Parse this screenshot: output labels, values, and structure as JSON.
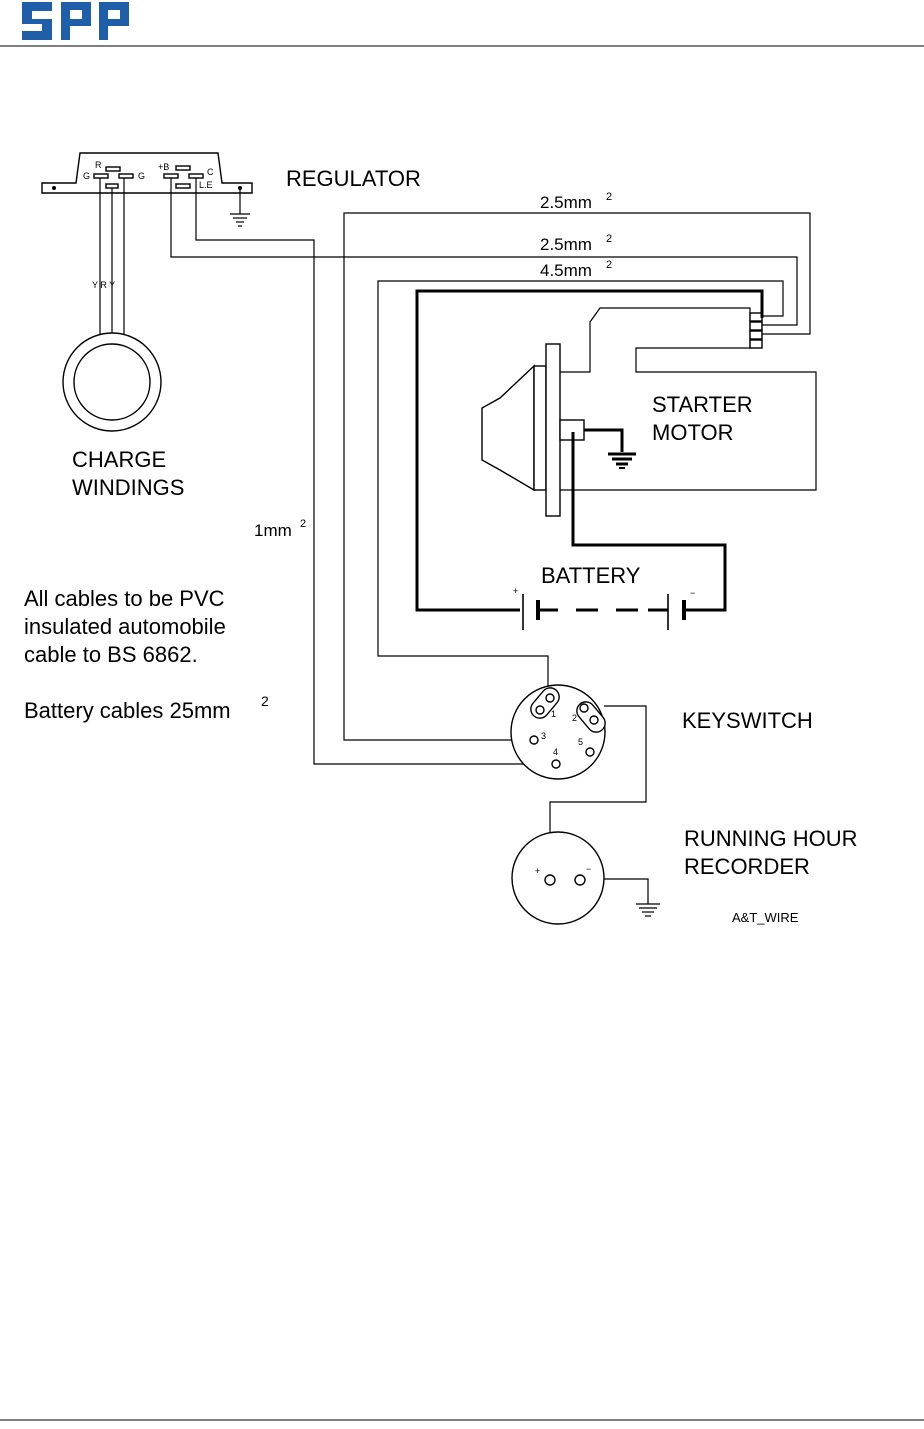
{
  "header": {
    "logo_text": "spp",
    "brand_color": "#1f5ea8"
  },
  "diagram": {
    "components": {
      "regulator": "REGULATOR",
      "charge_windings_1": "CHARGE",
      "charge_windings_2": "WINDINGS",
      "starter_motor_1": "STARTER",
      "starter_motor_2": "MOTOR",
      "battery": "BATTERY",
      "keyswitch": "KEYSWITCH",
      "recorder_1": "RUNNING HOUR",
      "recorder_2": "RECORDER"
    },
    "regulator_terminals": {
      "g_left": "G",
      "r": "R",
      "g_right": "G",
      "b": "+B",
      "c": "C",
      "le": "L.E"
    },
    "charge_wire_labels": "Y R Y",
    "cable_sizes": {
      "cable_1": "2.5mm",
      "cable_2": "2.5mm",
      "cable_3": "4.5mm",
      "cable_4": "1mm",
      "exponent": "2"
    },
    "battery_terminals": {
      "plus": "+",
      "minus": "−"
    },
    "keyswitch_terminals": {
      "t1": "1",
      "t2": "2",
      "t3": "3",
      "t4": "4",
      "t5": "5"
    },
    "recorder_terminals": {
      "plus": "+",
      "minus": "−"
    },
    "notes": {
      "line1": "All cables to be PVC",
      "line2": "insulated automobile",
      "line3": "cable to BS 6862.",
      "line4": "Battery cables 25mm",
      "line4_exponent": "2"
    },
    "reference": "A&T_WIRE"
  }
}
